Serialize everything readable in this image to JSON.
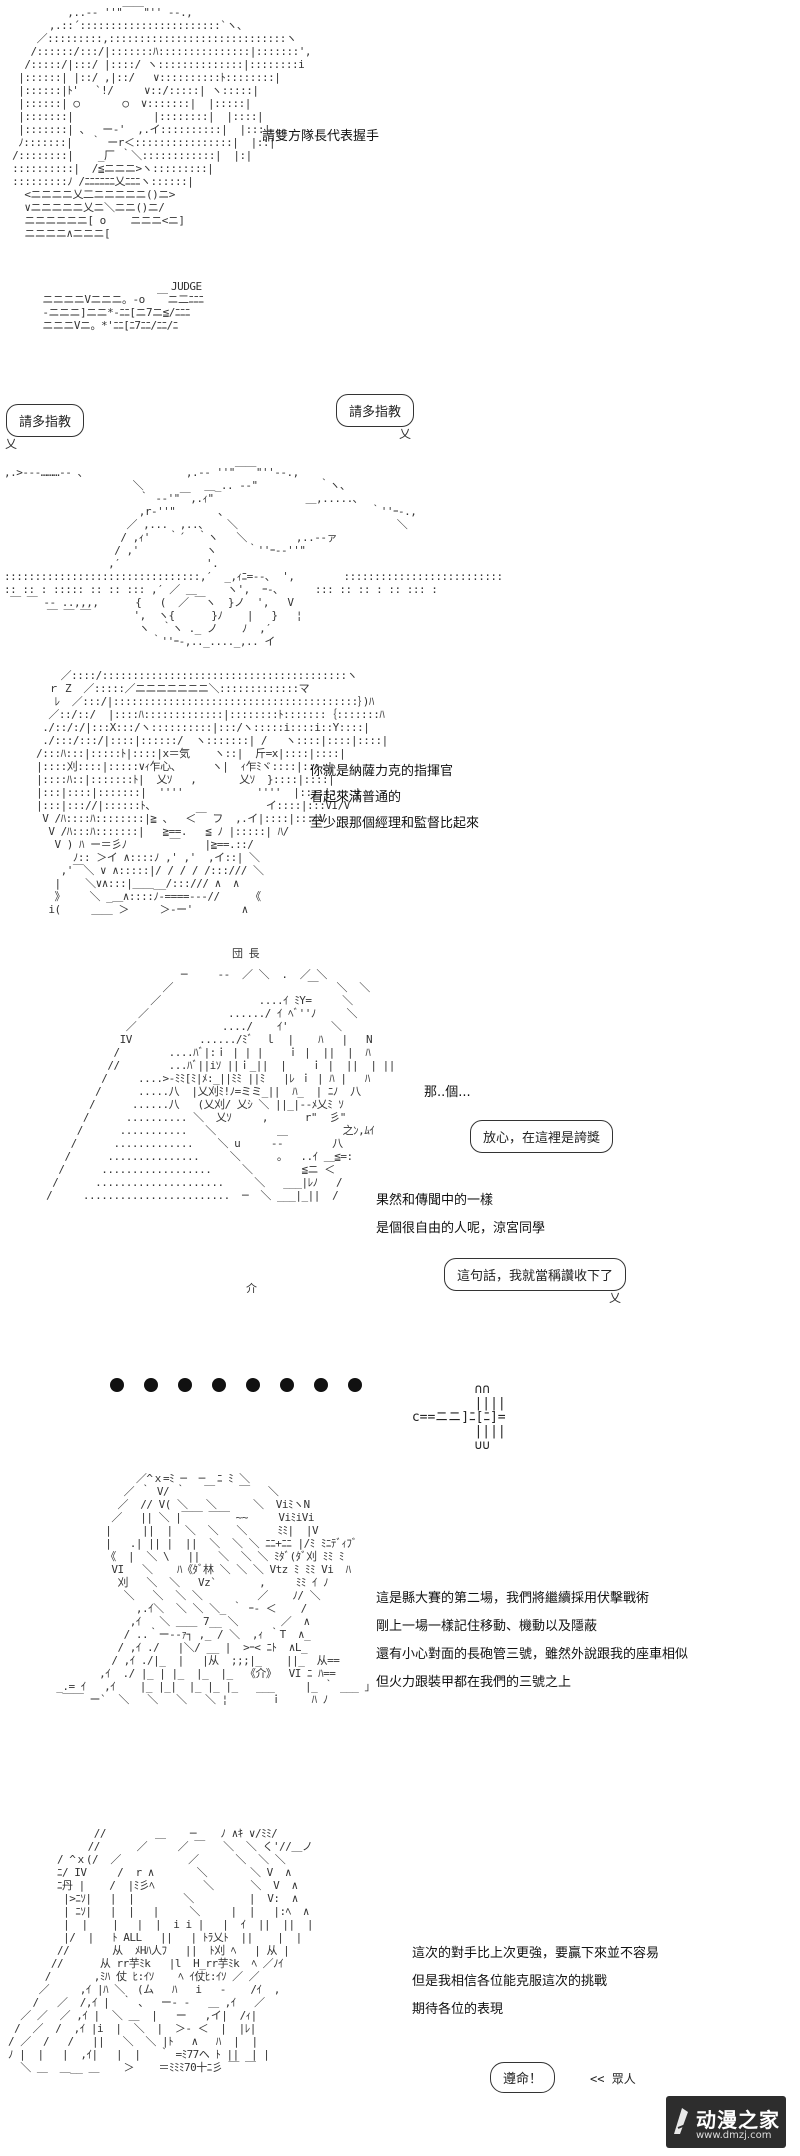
{
  "panel1": {
    "speech": "請雙方隊長代表握手",
    "art_label": "JUDGE"
  },
  "panel2": {
    "left_bubble": "請多指教",
    "right_bubble": "請多指教"
  },
  "panel3": {
    "lines": [
      "你就是納薩力克的指揮官",
      "看起來滿普通的",
      "至少跟那個經理和監督比起來"
    ],
    "art_label": "団 長"
  },
  "panel4": {
    "that": "那..個...",
    "bubble1": "放心，在這裡是誇獎",
    "lines": [
      "果然和傳聞中的一樣",
      "是個很自由的人呢，涼宮同學"
    ],
    "bubble2": "這句話，我就當稱讚收下了",
    "art_label": "介"
  },
  "transition": {
    "dot_count": 8
  },
  "panel5": {
    "lines": [
      "這是縣大賽的第二場，我們將繼續採用伏擊戰術",
      "剛上一場一樣記住移動、機動以及隱蔽",
      "還有小心對面的長砲管三號，雖然外說跟我的座車相似",
      "但火力跟裝甲都在我們的三號之上"
    ]
  },
  "panel6": {
    "lines": [
      "這次的對手比上次更強，要贏下來並不容易",
      "但是我相信各位能克服這次的挑戰",
      "期待各位的表現"
    ],
    "shout": "遵命！",
    "crowd": "眾人"
  },
  "watermark": {
    "title": "动漫之家",
    "url": "www.dmzj.com"
  }
}
